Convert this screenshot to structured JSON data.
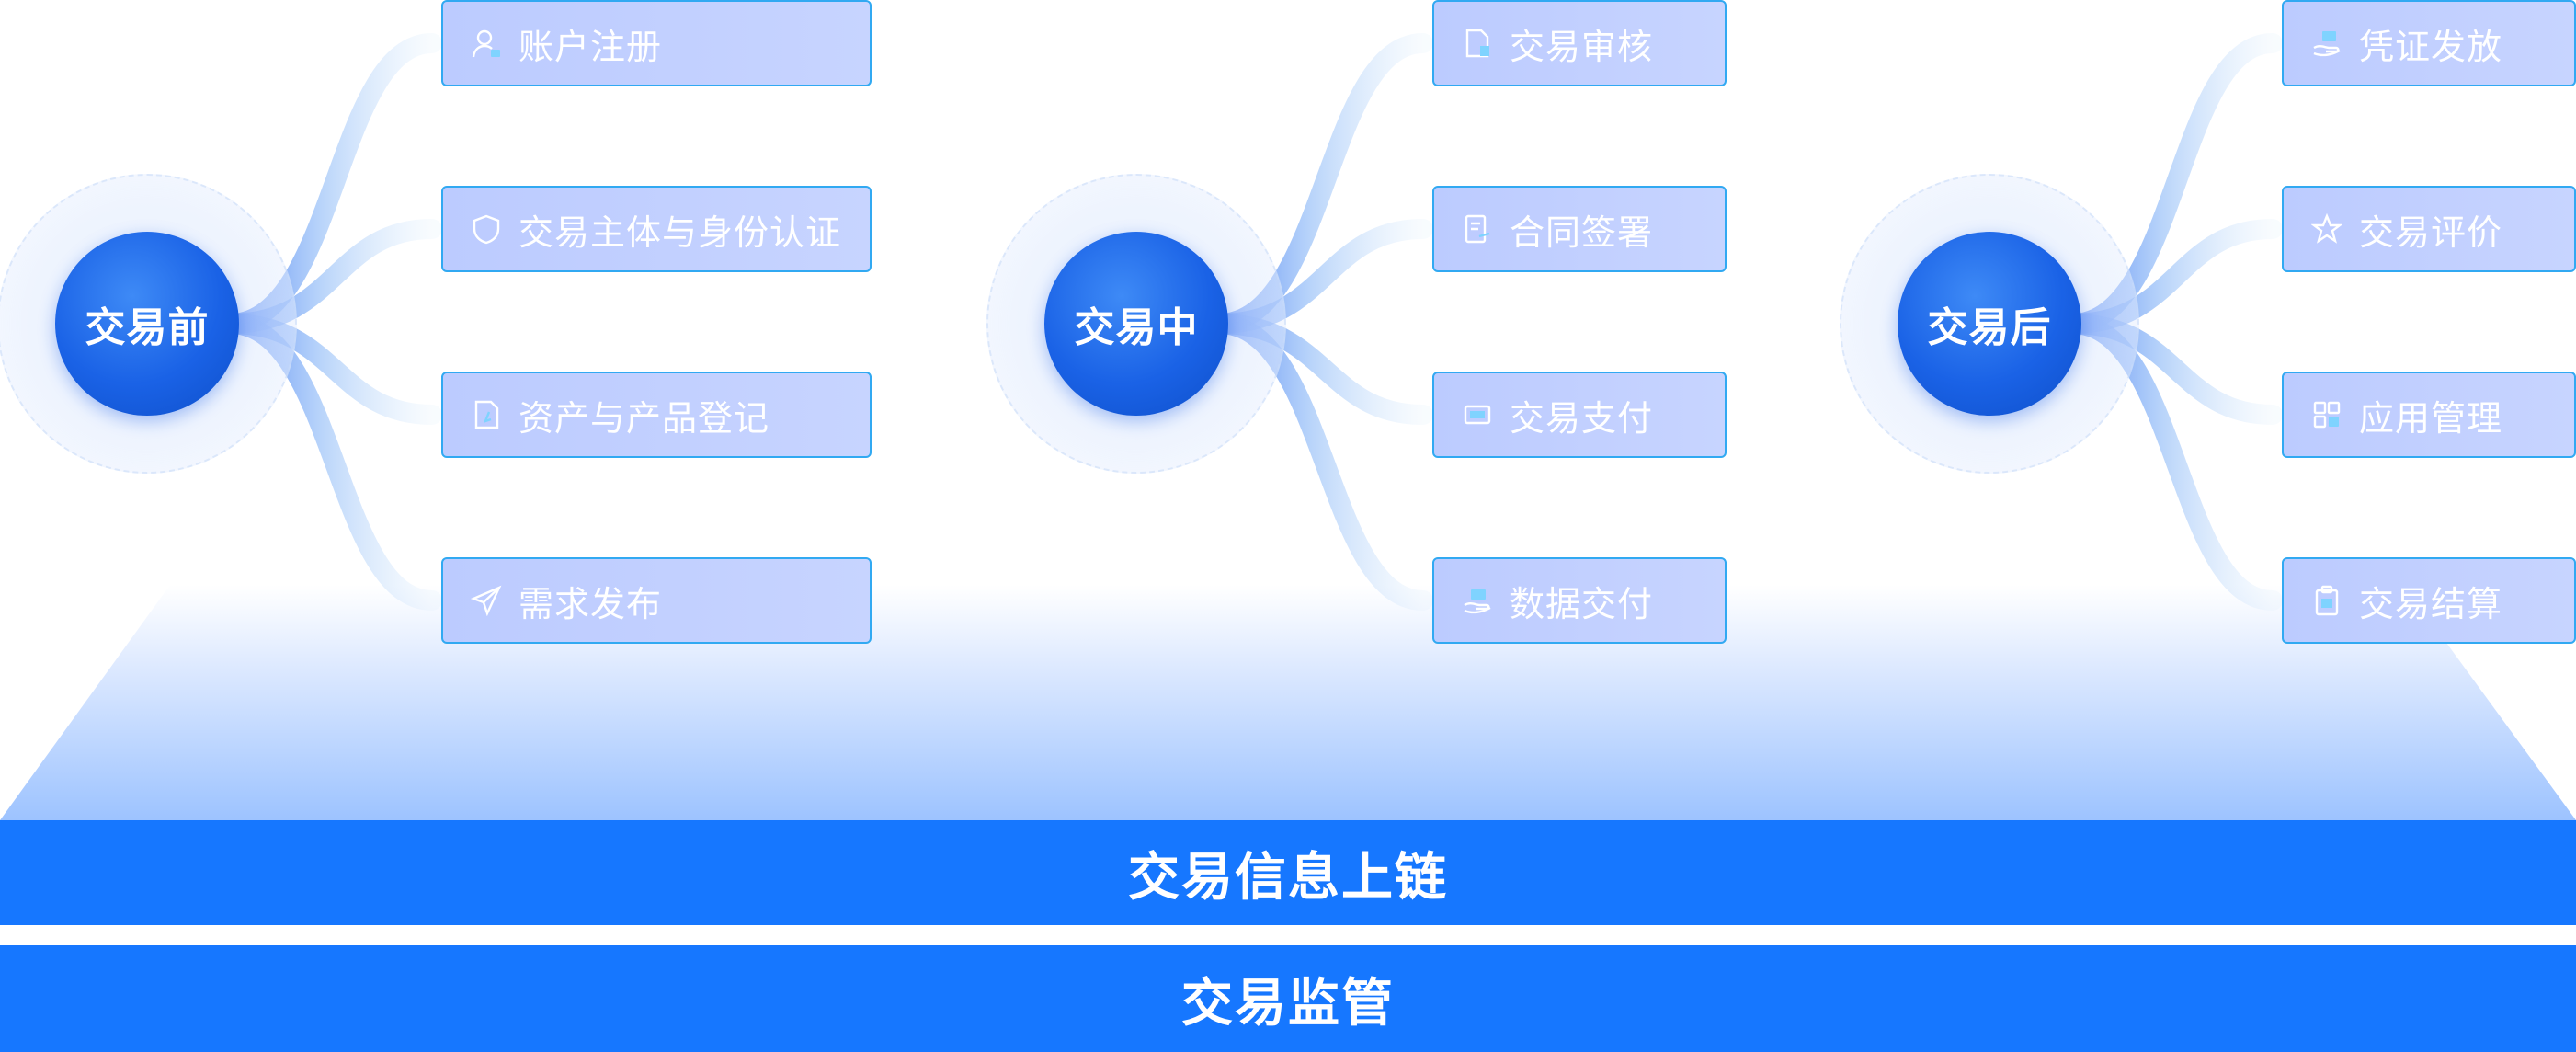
{
  "colors": {
    "primary": "#1677ff",
    "node_blue": "#1a62e6",
    "box_fill": "#c3d0ff",
    "box_border": "#31a9f2",
    "white": "#ffffff"
  },
  "phases": [
    {
      "label": "交易前",
      "steps": [
        {
          "label": "账户注册",
          "icon": "user-icon"
        },
        {
          "label": "交易主体与身份认证",
          "icon": "shield-icon"
        },
        {
          "label": "资产与产品登记",
          "icon": "document-icon"
        },
        {
          "label": "需求发布",
          "icon": "send-icon"
        }
      ]
    },
    {
      "label": "交易中",
      "steps": [
        {
          "label": "交易审核",
          "icon": "file-check-icon"
        },
        {
          "label": "合同签署",
          "icon": "contract-icon"
        },
        {
          "label": "交易支付",
          "icon": "card-icon"
        },
        {
          "label": "数据交付",
          "icon": "hand-data-icon"
        }
      ]
    },
    {
      "label": "交易后",
      "steps": [
        {
          "label": "凭证发放",
          "icon": "hand-certificate-icon"
        },
        {
          "label": "交易评价",
          "icon": "star-icon"
        },
        {
          "label": "应用管理",
          "icon": "apps-grid-icon"
        },
        {
          "label": "交易结算",
          "icon": "clipboard-icon"
        }
      ]
    }
  ],
  "bars": {
    "chain": "交易信息上链",
    "supervision": "交易监管"
  }
}
